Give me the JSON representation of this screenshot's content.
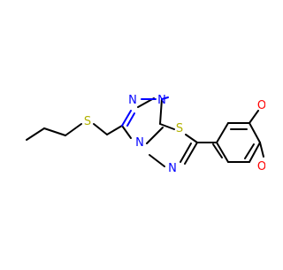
{
  "molecule": {
    "atom_labels": {
      "n_top_left": "N",
      "n_top_right": "N",
      "n_bridge": "N",
      "n_lower": "N",
      "s_ring": "S",
      "s_chain": "S",
      "o_upper": "O",
      "o_lower": "O"
    },
    "colors": {
      "bond": "#000000",
      "nitrogen": "#0000ff",
      "sulfur": "#b2b200",
      "oxygen": "#ff0000"
    }
  }
}
